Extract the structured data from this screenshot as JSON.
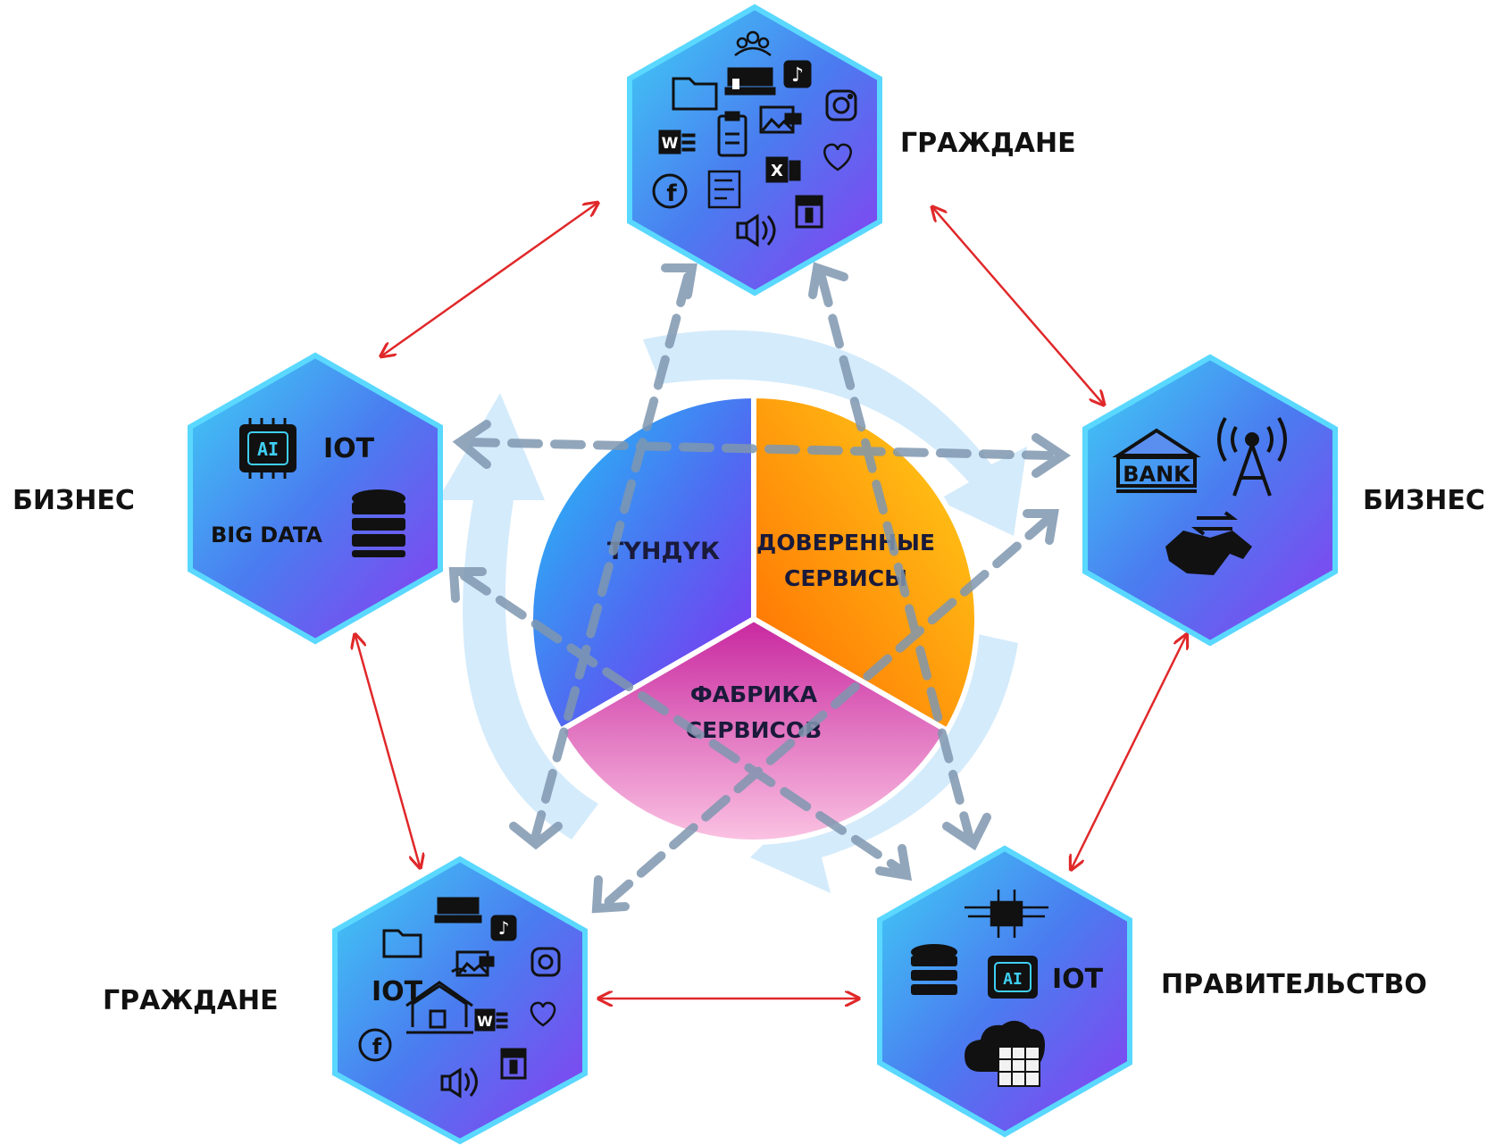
{
  "colors": {
    "hex_gradient_start": "#3fd0f5",
    "hex_gradient_mid": "#4a7cf0",
    "hex_gradient_end": "#8b3cf0",
    "hex_border": "#5ad8ff",
    "arrow_red": "#e0282a",
    "dash_gray": "#7f97b0",
    "cycle_blue": "#cfe9fb",
    "segment_tunduk": [
      "#1ec8f5",
      "#8a2cf0"
    ],
    "segment_trusted": [
      "#ffd21a",
      "#ff6a00"
    ],
    "segment_factory": [
      "#d02ea8",
      "#f9b0d8"
    ]
  },
  "center": {
    "segments": [
      {
        "id": "tunduk",
        "lines": [
          "ТҮНДҮК"
        ]
      },
      {
        "id": "trusted",
        "lines": [
          "ДОВЕРЕННЫЕ",
          "СЕРВИСЫ"
        ]
      },
      {
        "id": "factory",
        "lines": [
          "ФАБРИКА",
          "СЕРВИСОВ"
        ]
      }
    ]
  },
  "nodes": {
    "top": {
      "label": "ГРАЖДАНЕ",
      "icons": [
        "users-icon",
        "school-icon",
        "tiktok-icon",
        "folder-icon",
        "instagram-icon",
        "word-icon",
        "clipboard-icon",
        "image-icon",
        "heart-icon",
        "excel-icon",
        "facebook-icon",
        "document-icon",
        "zip-icon",
        "speaker-icon"
      ]
    },
    "left": {
      "label": "БИЗНЕС",
      "texts": [
        "IOT",
        "BIG DATA"
      ],
      "chip_text": "AI",
      "icons": [
        "ai-chip-icon",
        "database-icon"
      ]
    },
    "right": {
      "label": "БИЗНЕС",
      "bank_text": "BANK",
      "icons": [
        "bank-icon",
        "antenna-icon",
        "handshake-icon"
      ]
    },
    "bottom_left": {
      "label": "ГРАЖДАНЕ",
      "texts": [
        "IOT"
      ],
      "icons": [
        "school-icon",
        "tiktok-icon",
        "folder-icon",
        "image-icon",
        "instagram-icon",
        "smart-home-icon",
        "word-icon",
        "heart-icon",
        "facebook-icon",
        "zip-icon",
        "speaker-icon"
      ]
    },
    "bottom_right": {
      "label": "ПРАВИТЕЛЬСТВО",
      "texts": [
        "IOT"
      ],
      "chip_text": "AI",
      "icons": [
        "circuit-icon",
        "database-icon",
        "ai-chip-icon",
        "cloud-server-icon"
      ]
    }
  }
}
